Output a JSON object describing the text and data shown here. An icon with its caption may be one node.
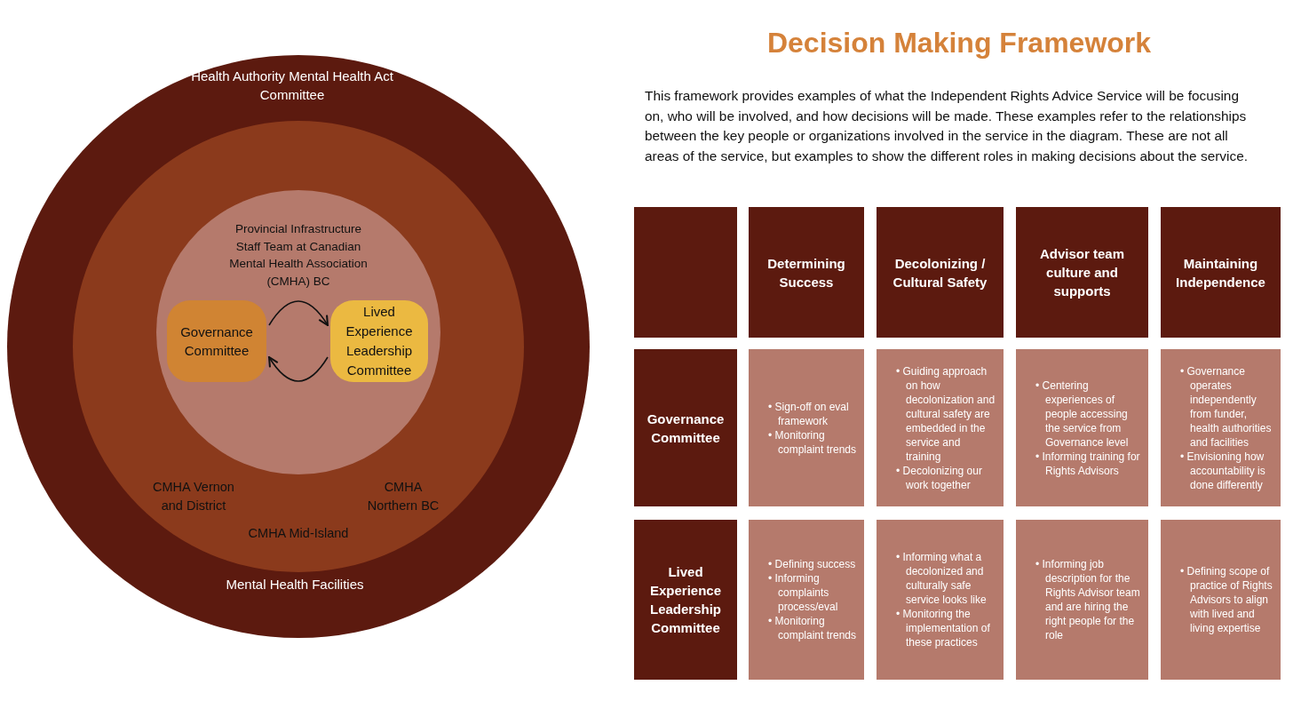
{
  "diagram": {
    "title": "Decision Making Framework",
    "nodes": [
      {
        "text": [
          "Health Authority Mental Health Act Committee",
          "Mental Health Facilities"
        ]
      },
      {
        "text": [
          "CMHA Vernon and District",
          "CMHA Mid-Island",
          "CMHA Northern BC"
        ],
        "in": 0
      },
      {
        "text": [
          "Provincial Infrastructure Staff Team at Canadian Mental Health Association (CMHA) BC"
        ],
        "in": 1
      },
      {
        "text": [
          "Governance Committee"
        ],
        "in": 2
      },
      {
        "text": [
          "Lived Experience Leadership Committee"
        ],
        "in": 2
      }
    ],
    "edges": [
      {
        "from": 3,
        "to": 4,
        "arrow": "to"
      },
      {
        "from": 4,
        "to": 3,
        "arrow": "to"
      }
    ],
    "labels": [
      "This framework provides examples of what the Independent Rights Advice Service will be focusing on, who will be involved, and how decisions will be made. These examples refer to the relationships between the key people or organizations involved in the service in the diagram. These are not all areas of the service, but examples to show the different roles in making decisions about the service.",
      "Determining Success",
      "Decolonizing / Cultural Safety",
      "Advisor team culture and supports",
      "Maintaining Independence",
      "Governance Committee",
      "• Sign-off on eval framework",
      "• Monitoring complaint trends",
      "• Guiding approach on how decolonization and cultural safety are embedded in the service and training",
      "• Decolonizing our work together",
      "• Centering experiences of people accessing the service from Governance level",
      "• Informing training for Rights Advisors",
      "• Governance operates independently from funder, health authorities and facilities",
      "• Envisioning how accountability is done differently",
      "Lived Experience Leadership Committee",
      "• Defining success",
      "• Informing complaints process/eval",
      "• Monitoring complaint trends",
      "• Informing what a decolonized and culturally safe service looks like",
      "• Monitoring the implementation of these practices",
      "• Informing job description for the Rights Advisor team and are hiring the right people for the role",
      "• Defining scope of practice of Rights Advisors to align with lived and living expertise"
    ]
  }
}
